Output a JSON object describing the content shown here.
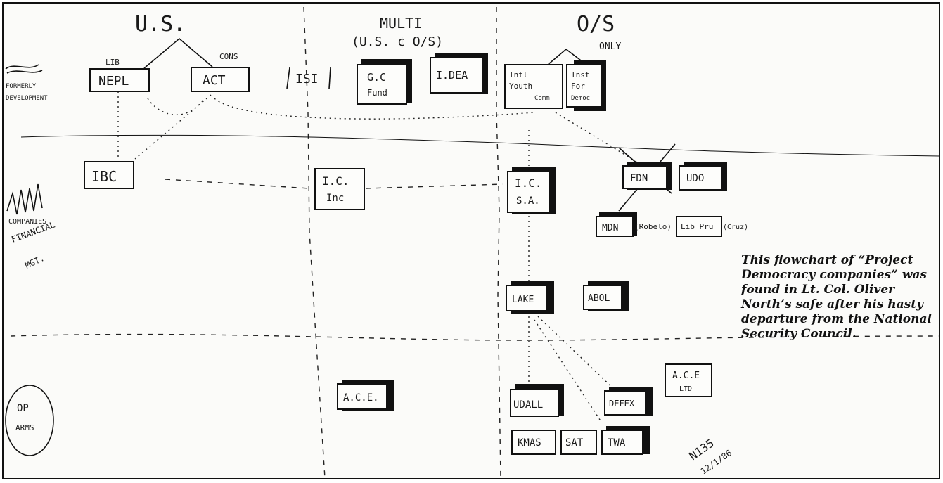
{
  "columns": {
    "us": "U.S.",
    "multi": "MULTI",
    "multi_sub": "(U.S. ¢ O/S)",
    "os": "O/S",
    "os_sub": "ONLY"
  },
  "labels": {
    "lib": "LIB",
    "cons": "CONS",
    "ndf_left_1": "FORMERLY",
    "ndf_left_2": "DEVELOPMENT",
    "financial_1": "COMPANIES",
    "financial_2": "FINANCIAL",
    "financial_3": "MGT.",
    "op_arms_1": "OP",
    "op_arms_2": "ARMS",
    "robelo": "(Robelo)",
    "cruz": "(Cruz)",
    "n135": "N135",
    "date": "12/1/86",
    "ace_ltd_sub": "LTD"
  },
  "boxes": {
    "nepl": "NEPL",
    "act": "ACT",
    "isi": "ISI",
    "gc_1": "G.C",
    "gc_2": "Fund",
    "idea": "I.DEA",
    "iyc_1": "Intl",
    "iyc_2": "Youth",
    "iyc_3": "Comm",
    "ifd_1": "Inst",
    "ifd_2": "For",
    "ifd_3": "Democ",
    "ibc": "IBC",
    "icinc_1": "I.C.",
    "icinc_2": "Inc",
    "icsa_1": "I.C.",
    "icsa_2": "S.A.",
    "fdn": "FDN",
    "udo": "UDO",
    "mdn": "MDN",
    "libpru": "Lib Pru",
    "lake": "LAKE",
    "abol": "ABOL",
    "ace": "A.C.E.",
    "ace_ltd": "A.C.E",
    "udall": "UDALL",
    "defex": "DEFEX",
    "kmas": "KMAS",
    "sat": "SAT",
    "twa": "TWA"
  },
  "caption": "This flowchart of “Project Democracy companies” was found in Lt. Col. Oliver North’s safe after his hasty departure from the National Security Council."
}
